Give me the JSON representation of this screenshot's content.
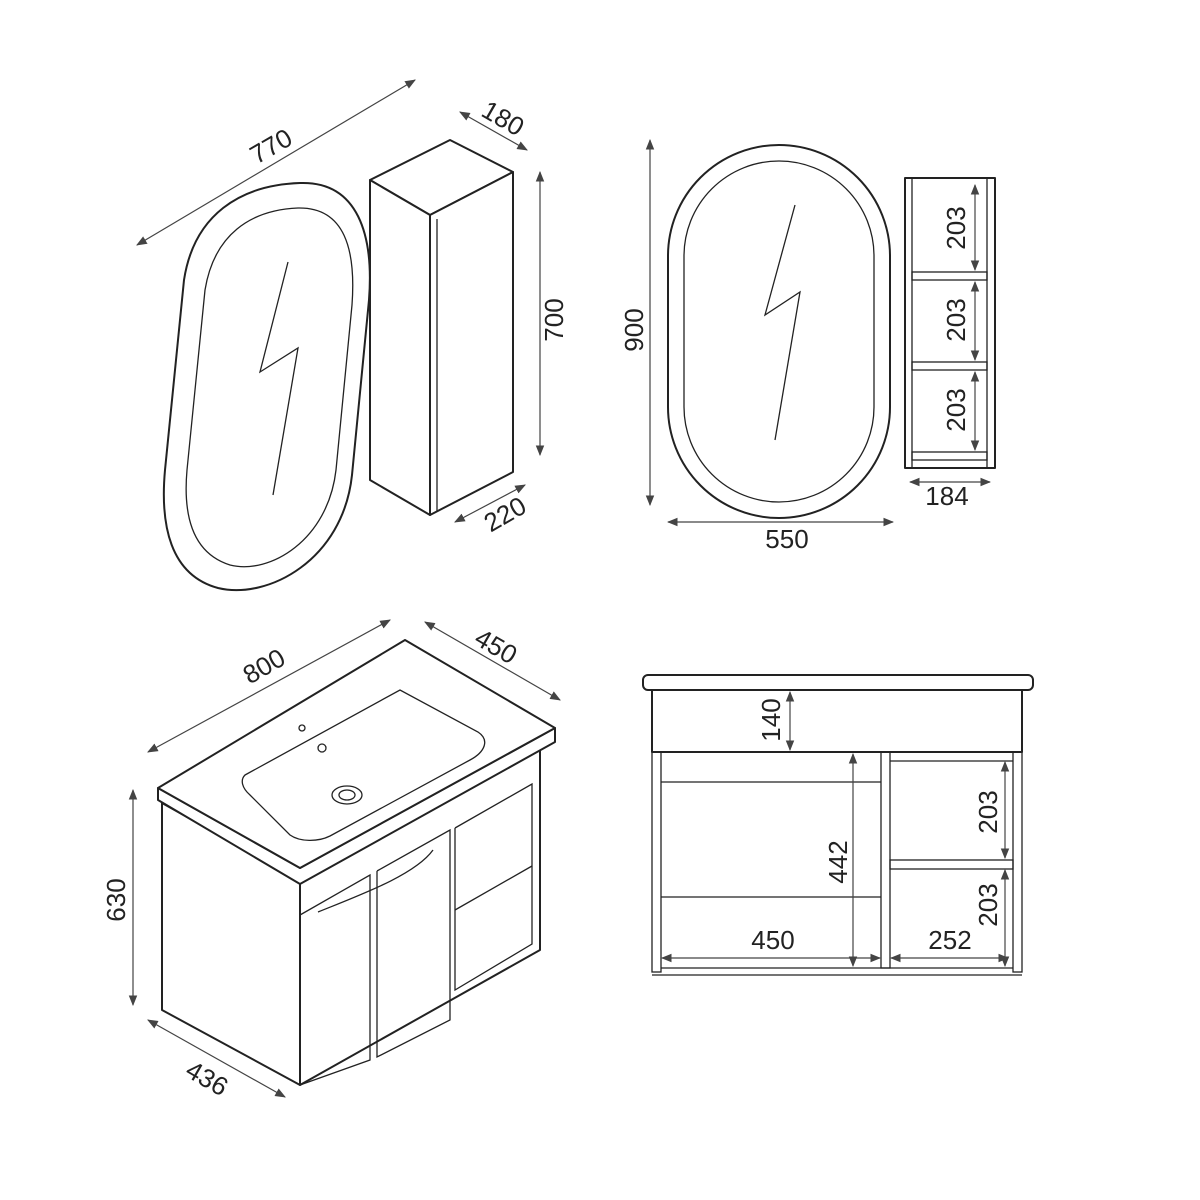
{
  "views": {
    "mirror_cabinet_iso": {
      "mirror_width": "770",
      "cabinet_depth_top": "180",
      "cabinet_height": "700",
      "cabinet_depth": "220"
    },
    "mirror_front": {
      "mirror_height": "900",
      "mirror_width": "550",
      "shelf_1": "203",
      "shelf_2": "203",
      "shelf_3": "203",
      "shelf_depth": "184"
    },
    "vanity_iso": {
      "width": "800",
      "depth": "450",
      "height": "630",
      "body_depth": "436"
    },
    "vanity_front": {
      "top_height": "140",
      "open_height": "442",
      "open_width": "450",
      "shelf_width": "252",
      "shelf_1": "203",
      "shelf_2": "203"
    }
  }
}
